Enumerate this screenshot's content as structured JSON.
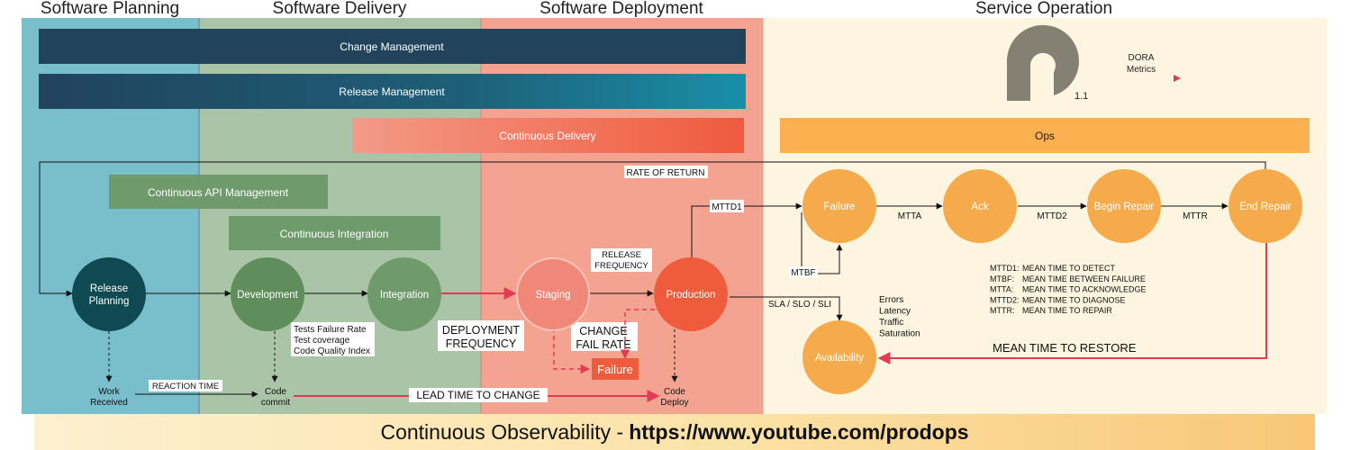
{
  "phases": {
    "planning": "Software Planning",
    "delivery": "Software Delivery",
    "deployment": "Software Deployment",
    "operation": "Service Operation"
  },
  "bars": {
    "change_management": "Change Management",
    "release_management": "Release Management",
    "continuous_delivery": "Continuous Delivery",
    "ops": "Ops",
    "continuous_api": "Continuous API Management",
    "continuous_integration": "Continuous Integration"
  },
  "logo": {
    "version": "1.1"
  },
  "dora": {
    "line1": "DORA",
    "line2": "Metrics"
  },
  "nodes": {
    "release_planning_1": "Release",
    "release_planning_2": "Planning",
    "development": "Development",
    "integration": "Integration",
    "staging": "Staging",
    "production": "Production",
    "failure": "Failure",
    "ack": "Ack",
    "begin_repair": "Begin Repair",
    "end_repair": "End Repair",
    "availability": "Availability",
    "failure_box": "Failure"
  },
  "labels": {
    "rate_of_return": "RATE OF RETURN",
    "mttd1": "MTTD1",
    "mtta": "MTTA",
    "mttd2": "MTTD2",
    "mttr": "MTTR",
    "mtbf": "MTBF",
    "release_freq_1": "RELEASE",
    "release_freq_2": "FREQUENCY",
    "deploy_freq_1": "DEPLOYMENT",
    "deploy_freq_2": "FREQUENCY",
    "change_fail_1": "CHANGE",
    "change_fail_2": "FAIL RATE",
    "sla": "SLA / SLO / SLI",
    "reaction_time": "REACTION TIME",
    "lead_time": "LEAD TIME TO CHANGE",
    "mean_time_restore": "MEAN TIME TO RESTORE",
    "work_received_1": "Work",
    "work_received_2": "Received",
    "code_commit_1": "Code",
    "code_commit_2": "commit",
    "code_deploy_1": "Code",
    "code_deploy_2": "Deploy"
  },
  "dev_metrics": [
    "Tests Failure Rate",
    "Test coverage",
    "Code Quality Index"
  ],
  "golden_signals": [
    "Errors",
    "Latency",
    "Traffic",
    "Saturation"
  ],
  "legend": [
    {
      "abbr": "MTTD1:",
      "desc": "MEAN TIME TO DETECT"
    },
    {
      "abbr": "MTBF:",
      "desc": "MEAN TIME BETWEEN FAILURE"
    },
    {
      "abbr": "MTTA:",
      "desc": "MEAN TIME TO ACKNOWLEDGE"
    },
    {
      "abbr": "MTTD2:",
      "desc": "MEAN TIME TO DIAGNOSE"
    },
    {
      "abbr": "MTTR:",
      "desc": "MEAN TIME TO REPAIR"
    }
  ],
  "footer": {
    "text": "Continuous Observability -",
    "url": "https://www.youtube.com/prodops"
  },
  "colors": {
    "planning_bg": "#79bfcb",
    "delivery_bg": "#a9c4a6",
    "deployment_bg": "#f5a391",
    "operation_bg": "#fdf5df",
    "navy": "#21435c",
    "teal_end": "#1a8fa8",
    "green_bar": "#6f9a6c",
    "salmon_bar": "#f39480",
    "orange_ops": "#fbb14f",
    "node_orange": "#f5ab4b",
    "production": "#ef5c3c",
    "staging": "#ef8878",
    "green_node": "#5f8e5c",
    "dark_teal": "#0f4a52",
    "red_line": "#e33b53",
    "logo_grey": "#848072"
  }
}
